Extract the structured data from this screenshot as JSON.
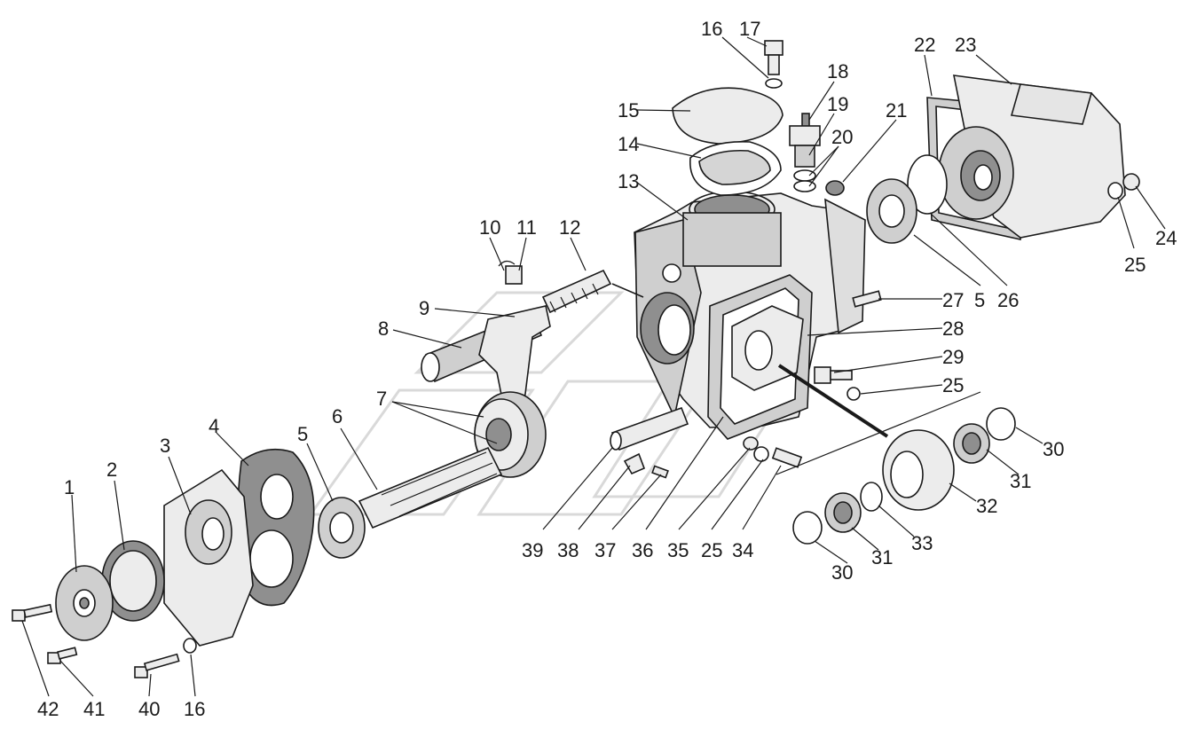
{
  "callouts": [
    {
      "id": "c1",
      "text": "1"
    },
    {
      "id": "c2",
      "text": "2"
    },
    {
      "id": "c3",
      "text": "3"
    },
    {
      "id": "c4",
      "text": "4"
    },
    {
      "id": "c5a",
      "text": "5"
    },
    {
      "id": "c6",
      "text": "6"
    },
    {
      "id": "c7",
      "text": "7"
    },
    {
      "id": "c8",
      "text": "8"
    },
    {
      "id": "c9",
      "text": "9"
    },
    {
      "id": "c10",
      "text": "10"
    },
    {
      "id": "c11",
      "text": "11"
    },
    {
      "id": "c12",
      "text": "12"
    },
    {
      "id": "c13",
      "text": "13"
    },
    {
      "id": "c14",
      "text": "14"
    },
    {
      "id": "c15",
      "text": "15"
    },
    {
      "id": "c16a",
      "text": "16"
    },
    {
      "id": "c17",
      "text": "17"
    },
    {
      "id": "c18",
      "text": "18"
    },
    {
      "id": "c19",
      "text": "19"
    },
    {
      "id": "c20",
      "text": "20"
    },
    {
      "id": "c21",
      "text": "21"
    },
    {
      "id": "c22",
      "text": "22"
    },
    {
      "id": "c23",
      "text": "23"
    },
    {
      "id": "c24",
      "text": "24"
    },
    {
      "id": "c25a",
      "text": "25"
    },
    {
      "id": "c5b",
      "text": "5"
    },
    {
      "id": "c26",
      "text": "26"
    },
    {
      "id": "c27",
      "text": "27"
    },
    {
      "id": "c28",
      "text": "28"
    },
    {
      "id": "c29",
      "text": "29"
    },
    {
      "id": "c25b",
      "text": "25"
    },
    {
      "id": "c30a",
      "text": "30"
    },
    {
      "id": "c31a",
      "text": "31"
    },
    {
      "id": "c32",
      "text": "32"
    },
    {
      "id": "c33",
      "text": "33"
    },
    {
      "id": "c31b",
      "text": "31"
    },
    {
      "id": "c30b",
      "text": "30"
    },
    {
      "id": "c34",
      "text": "34"
    },
    {
      "id": "c25c",
      "text": "25"
    },
    {
      "id": "c35",
      "text": "35"
    },
    {
      "id": "c36",
      "text": "36"
    },
    {
      "id": "c37",
      "text": "37"
    },
    {
      "id": "c38",
      "text": "38"
    },
    {
      "id": "c39",
      "text": "39"
    },
    {
      "id": "c42",
      "text": "42"
    },
    {
      "id": "c41",
      "text": "41"
    },
    {
      "id": "c40",
      "text": "40"
    },
    {
      "id": "c16b",
      "text": "16"
    }
  ]
}
